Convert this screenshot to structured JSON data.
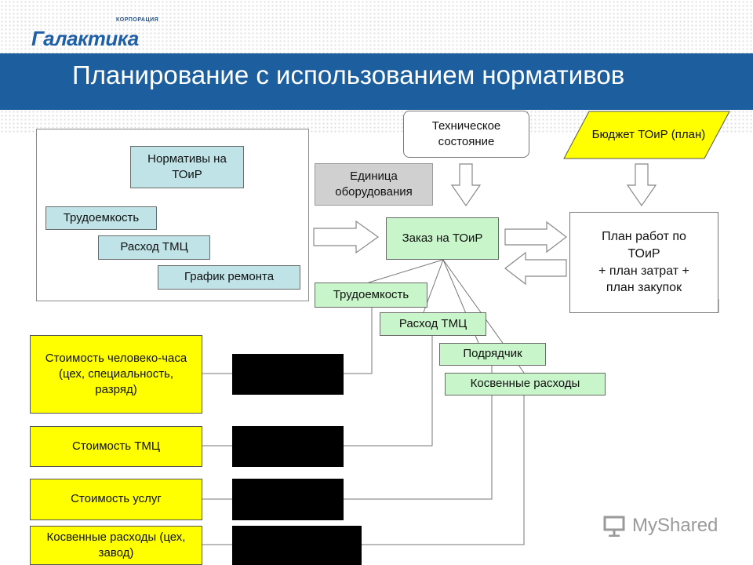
{
  "header": {
    "logo_small": "КОРПОРАЦИЯ",
    "logo_text": "Галактика",
    "title": "Планирование с использованием нормативов"
  },
  "left_panel": {
    "normatives": "Нормативы на ТОиР",
    "labor": "Трудоемкость",
    "materials": "Расход ТМЦ",
    "schedule": "График ремонта"
  },
  "tech_state": "Техническое состояние",
  "budget": "Бюджет ТОиР (план)",
  "equipment_unit": "Единица оборудования",
  "order": "Заказ на ТОиР",
  "plan": {
    "line1": "План работ по ТОиР",
    "line2": "+ план затрат +",
    "line3": "план закупок"
  },
  "order_items": {
    "labor": "Трудоемкость",
    "materials": "Расход ТМЦ",
    "contractor": "Подрядчик",
    "indirect": "Косвенные расходы"
  },
  "costs": {
    "hourly": "Стоимость человеко-часа (цех, специальность, разряд)",
    "tmc": "Стоимость ТМЦ",
    "services": "Стоимость услуг",
    "indirect": "Косвенные расходы (цех, завод)"
  },
  "watermark": "MyShared",
  "colors": {
    "banner": "#1c5e9e",
    "cyan_box": "#bfe3e6",
    "green_box": "#c8f5c9",
    "yellow_box": "#ffff00",
    "gray_box": "#d0d0d0"
  }
}
